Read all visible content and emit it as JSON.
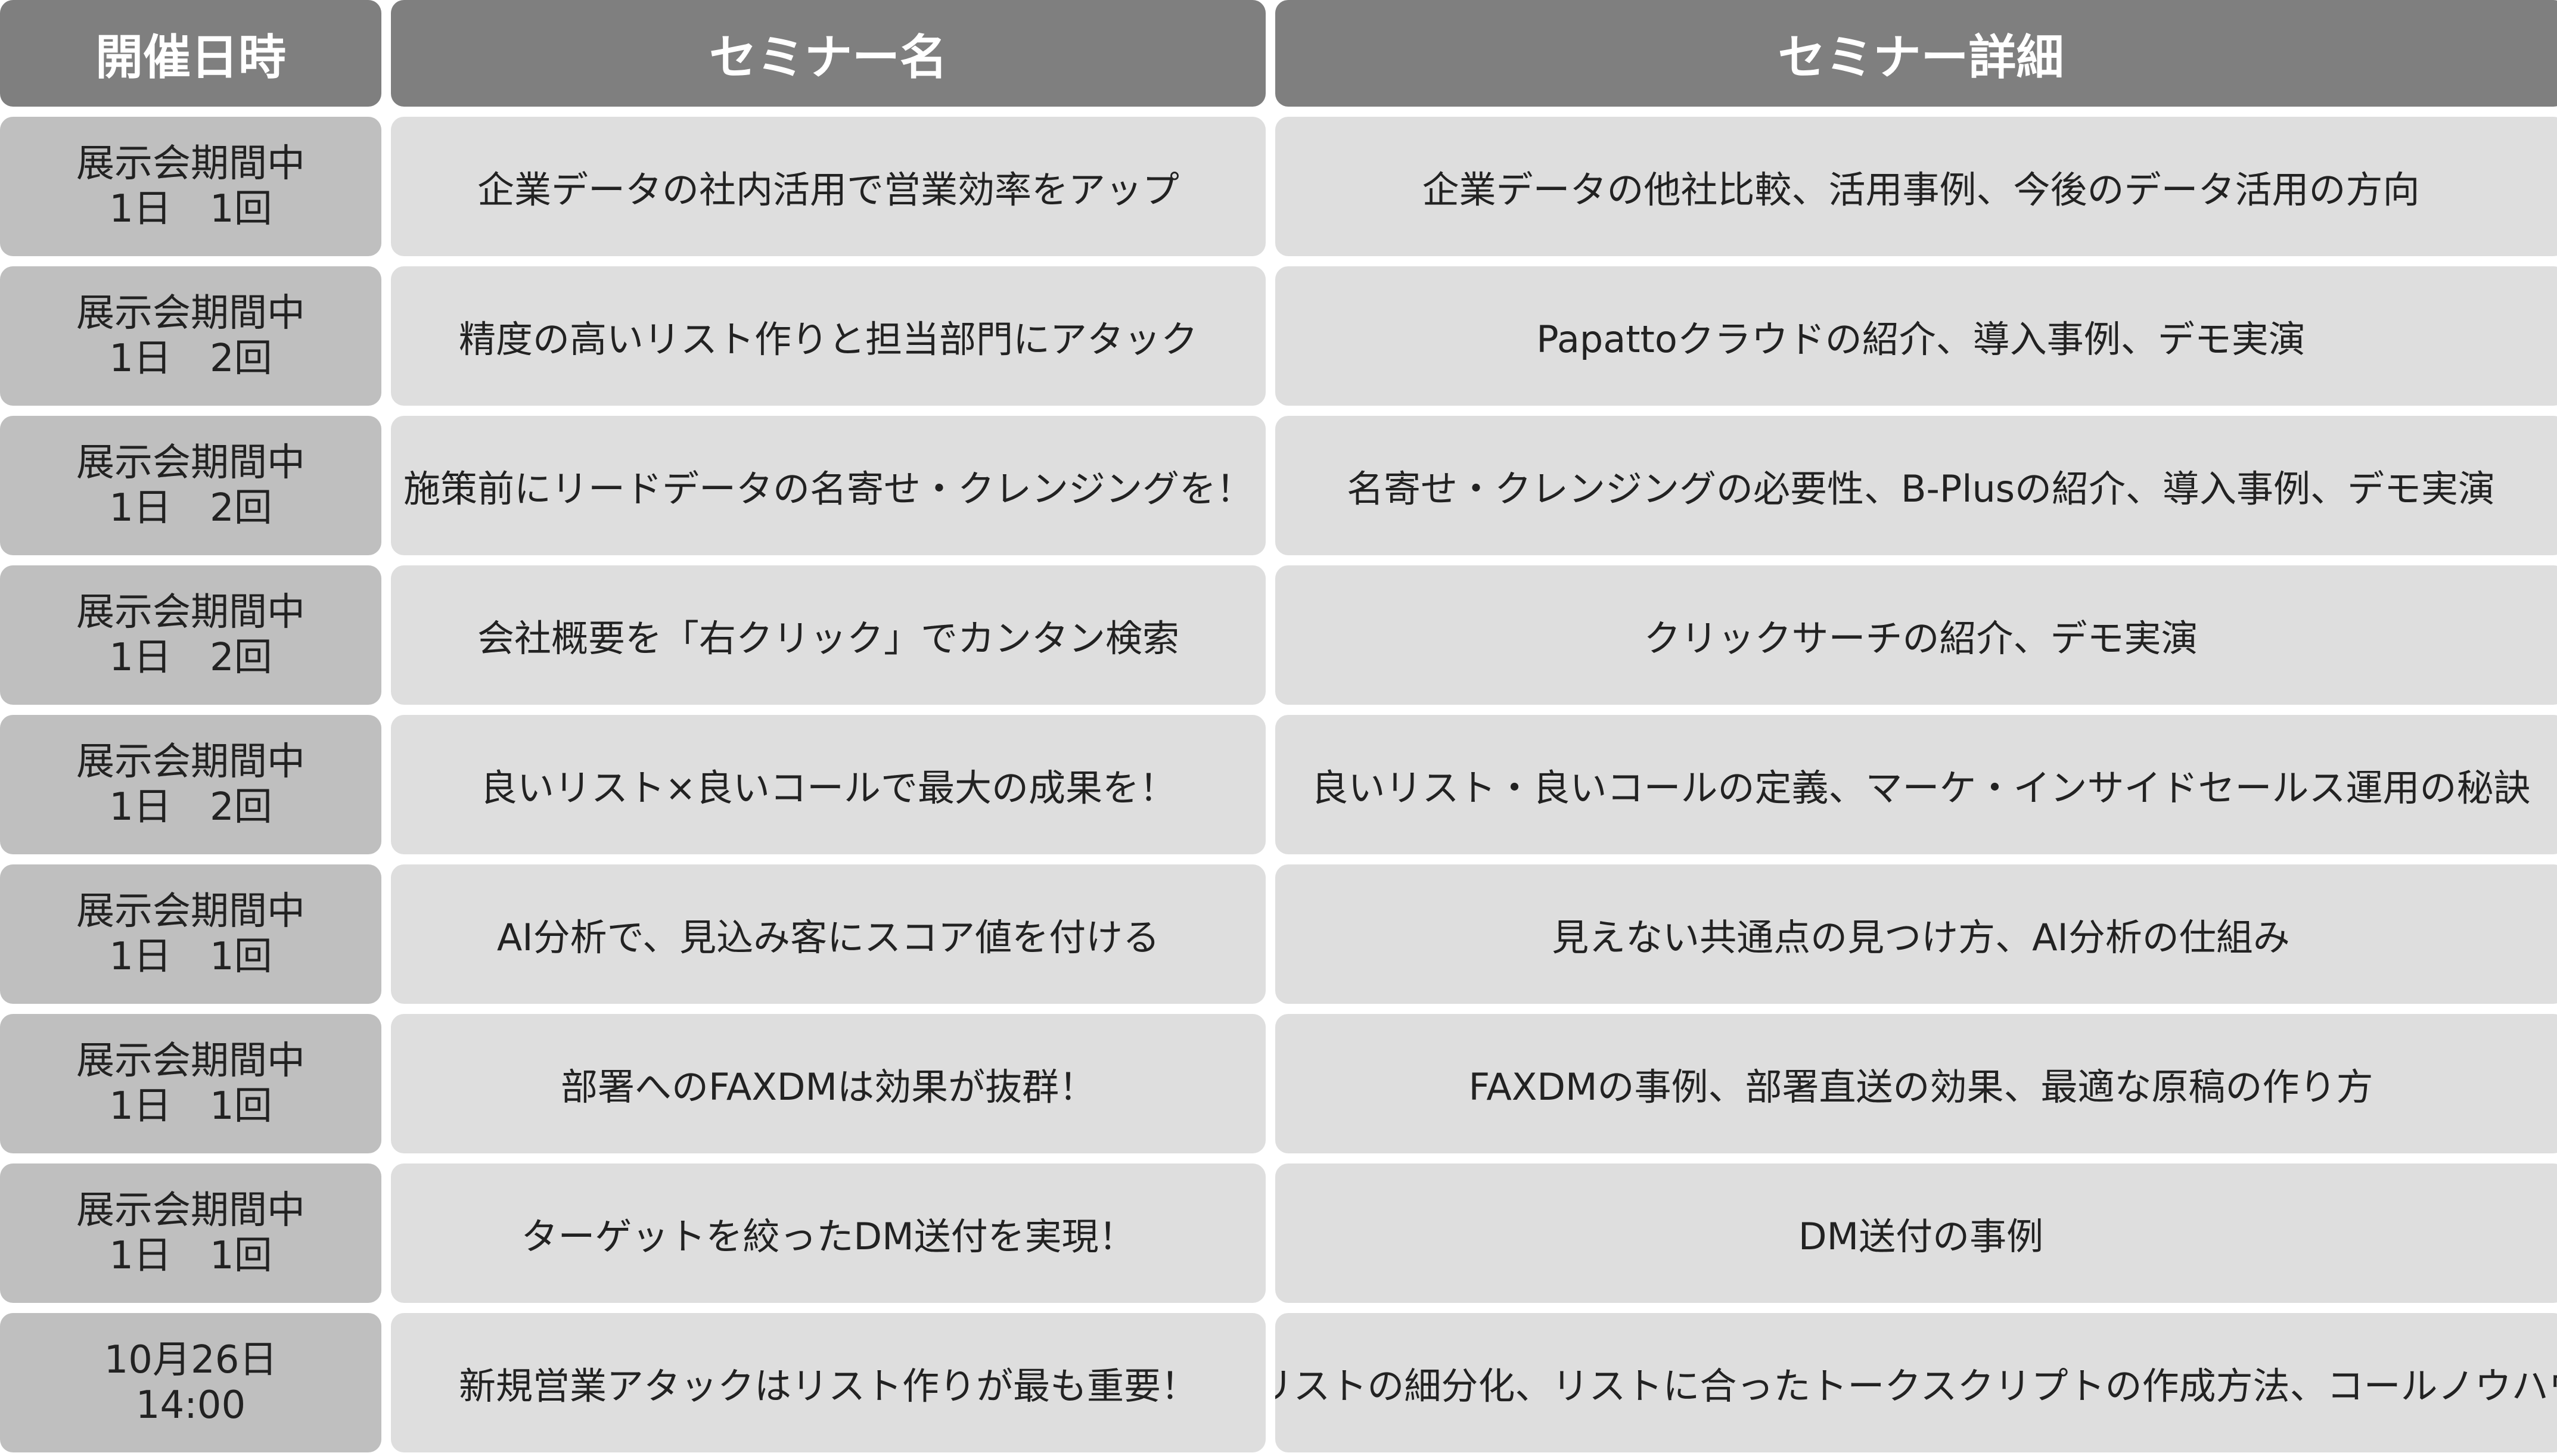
{
  "header": {
    "date": "開催日時",
    "name": "セミナー名",
    "detail": "セミナー詳細"
  },
  "rows": [
    {
      "date_line1": "展示会期間中",
      "date_line2": "1日　1回",
      "name": "企業データの社内活用で営業効率をアップ",
      "detail": "企業データの他社比較、活用事例、今後のデータ活用の方向"
    },
    {
      "date_line1": "展示会期間中",
      "date_line2": "1日　2回",
      "name": "精度の高いリスト作りと担当部門にアタック",
      "detail": "Papattoクラウドの紹介、導入事例、デモ実演"
    },
    {
      "date_line1": "展示会期間中",
      "date_line2": "1日　2回",
      "name": "施策前にリードデータの名寄せ・クレンジングを！",
      "detail": "名寄せ・クレンジングの必要性、B-Plusの紹介、導入事例、デモ実演"
    },
    {
      "date_line1": "展示会期間中",
      "date_line2": "1日　2回",
      "name": "会社概要を「右クリック」でカンタン検索",
      "detail": "クリックサーチの紹介、デモ実演"
    },
    {
      "date_line1": "展示会期間中",
      "date_line2": "1日　2回",
      "name": "良いリスト×良いコールで最大の成果を！",
      "detail": "良いリスト・良いコールの定義、マーケ・インサイドセールス運用の秘訣"
    },
    {
      "date_line1": "展示会期間中",
      "date_line2": "1日　1回",
      "name": "AI分析で、見込み客にスコア値を付ける",
      "detail": "見えない共通点の見つけ方、AI分析の仕組み"
    },
    {
      "date_line1": "展示会期間中",
      "date_line2": "1日　1回",
      "name": "部署へのFAXDMは効果が抜群！",
      "detail": "FAXDMの事例、部署直送の効果、最適な原稿の作り方"
    },
    {
      "date_line1": "展示会期間中",
      "date_line2": "1日　1回",
      "name": "ターゲットを絞ったDM送付を実現！",
      "detail": "DM送付の事例"
    },
    {
      "date_line1": "10月26日",
      "date_line2": "14:00",
      "name": "新規営業アタックはリスト作りが最も重要！",
      "detail": "リストの細分化、リストに合ったトークスクリプトの作成方法、コールノウハウ"
    }
  ]
}
